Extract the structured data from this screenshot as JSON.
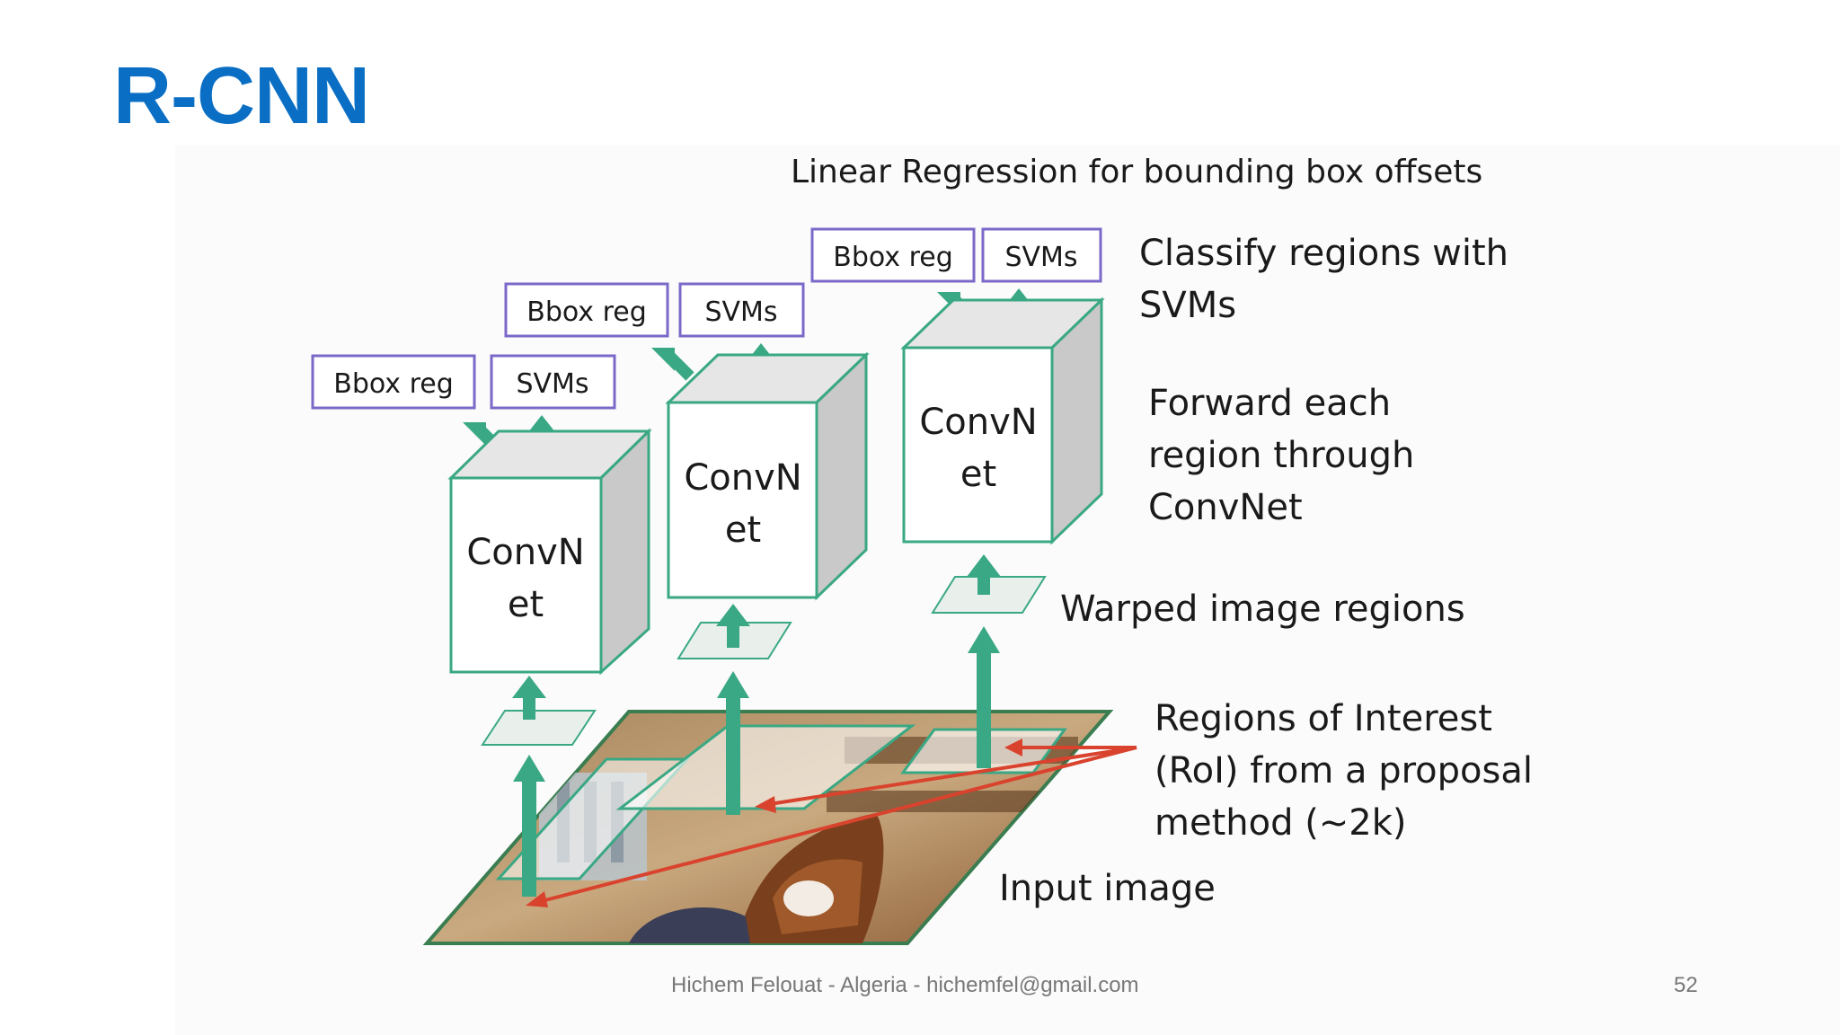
{
  "slide": {
    "title": "R-CNN",
    "footer": "Hichem Felouat - Algeria - hichemfel@gmail.com",
    "page_number": "52"
  },
  "diagram": {
    "top_label": "Linear Regression for bounding box offsets",
    "stages": [
      {
        "box_label_line1": "ConvN",
        "box_label_line2": "et",
        "bbox_label": "Bbox reg",
        "svm_label": "SVMs"
      },
      {
        "box_label_line1": "ConvN",
        "box_label_line2": "et",
        "bbox_label": "Bbox reg",
        "svm_label": "SVMs"
      },
      {
        "box_label_line1": "ConvN",
        "box_label_line2": "et",
        "bbox_label": "Bbox reg",
        "svm_label": "SVMs"
      }
    ],
    "annotations": {
      "classify_line1": "Classify regions with",
      "classify_line2": "SVMs",
      "forward_line1": "Forward each",
      "forward_line2": "region through",
      "forward_line3": "ConvNet",
      "warped": "Warped image regions",
      "roi_line1": "Regions of Interest",
      "roi_line2": "(RoI) from a proposal",
      "roi_line3": "method (~2k)",
      "input_image": "Input image"
    },
    "colors": {
      "title_blue": "#0a6fc4",
      "arrow_green": "#3aa884",
      "box_border_purple": "#7b68c8",
      "red_arrow": "#d9432e",
      "cube_side": "#c9c9c9",
      "cube_top": "#e6e6e6"
    }
  }
}
